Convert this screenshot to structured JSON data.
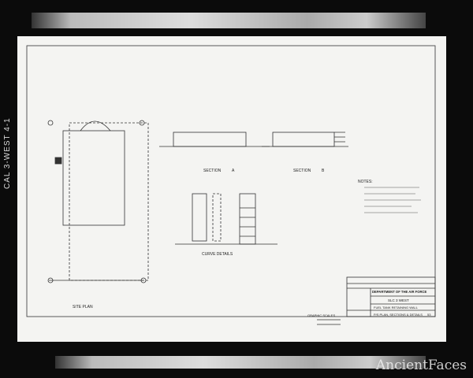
{
  "side_label": "CAL 3-WEST 4-1",
  "watermark": "AncientFaces",
  "drawing": {
    "site_plan_label": "SITE PLAN",
    "section_a": {
      "label": "SECTION",
      "letter": "A"
    },
    "section_b": {
      "label": "SECTION",
      "letter": "B"
    },
    "detail_label": "CURVE DETAILS",
    "notes_heading": "NOTES:",
    "graphic_scales": "GRAPHIC SCALES"
  },
  "title_block": {
    "agency": "DEPARTMENT OF THE AIR FORCE",
    "project": "SLC 3 WEST",
    "title": "FUEL TANK RETAINING WALL",
    "subtitle": "P/S PLAN, SECTIONS & DETAILS",
    "sheet": "53"
  }
}
